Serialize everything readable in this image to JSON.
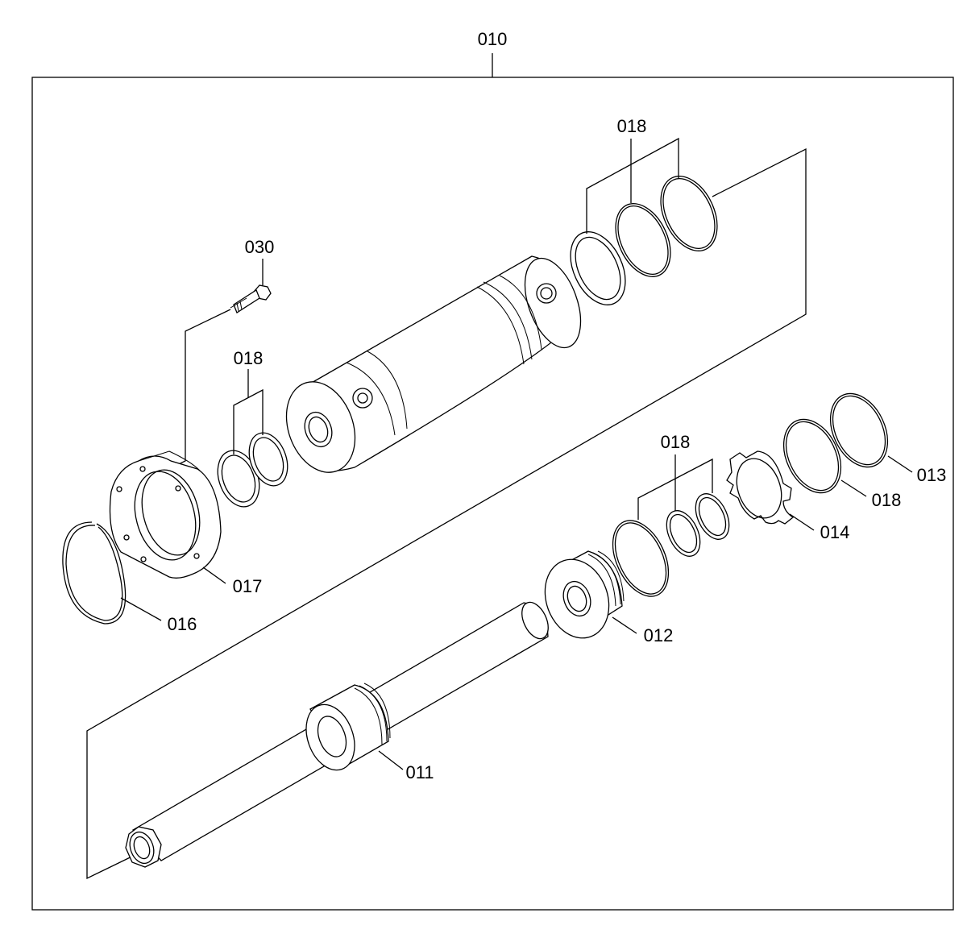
{
  "labels": {
    "assembly": "010",
    "piston_rod": "011",
    "piston": "012",
    "seal_013": "013",
    "lock_washer": "014",
    "retaining_ring": "016",
    "flange": "017",
    "seal_upper": "018",
    "seal_left": "018",
    "seal_mid": "018",
    "seal_right": "018",
    "bolt": "030"
  }
}
